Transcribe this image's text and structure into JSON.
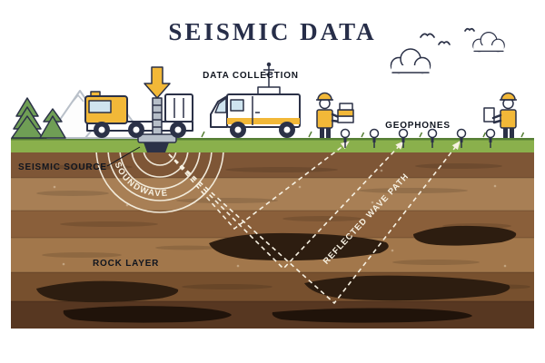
{
  "title": "SEISMIC DATA",
  "labels": {
    "data_collection": "DATA COLLECTION",
    "geophones": "GEOPHONES",
    "seismic_source": "SEISMIC SOURCE",
    "soundwave": "SOUNDWAVE",
    "rock_layer": "ROCK LAYER",
    "reflected_wave_path": "REFLECTED WAVE PATH"
  },
  "icons": {
    "down_arrow": "down-arrow onto vibrator plate",
    "cloud": "cloud",
    "bird": "flying bird",
    "pine_tree": "pine tree",
    "mountain": "mountain outline",
    "vibroseis_truck": "seismic source truck",
    "survey_van": "data collection van with antenna",
    "worker_boxes": "worker carrying equipment boxes",
    "worker_tablet": "worker holding tablet",
    "geophone": "geophone sensor",
    "soundwave_arcs": "concentric soundwave arcs",
    "reflected_wave_arrow": "dashed reflected wave arrow",
    "rock_lens": "dark rock layer lens"
  },
  "colors": {
    "outline_navy": "#2b3147",
    "title_navy": "#272e49",
    "label_dark": "#10151f",
    "grass_green": "#8ab04c",
    "grass_dark": "#567f35",
    "tree_green": "#6f9e55",
    "mountain_gray": "#b9c0c9",
    "accent_yellow": "#f2b838",
    "window_blue": "#cfe4ef",
    "machine_gray": "#b6bec8",
    "wave_white": "#f7f1e2",
    "soil_band_1": "#7e5636",
    "soil_band_2": "#a87f55",
    "soil_band_3": "#8a5f3a",
    "soil_band_4": "#a2774b",
    "soil_band_5": "#77502e",
    "soil_band_6": "#573721",
    "rock_dark": "#2d1d10",
    "rock_darker": "#20130a"
  }
}
